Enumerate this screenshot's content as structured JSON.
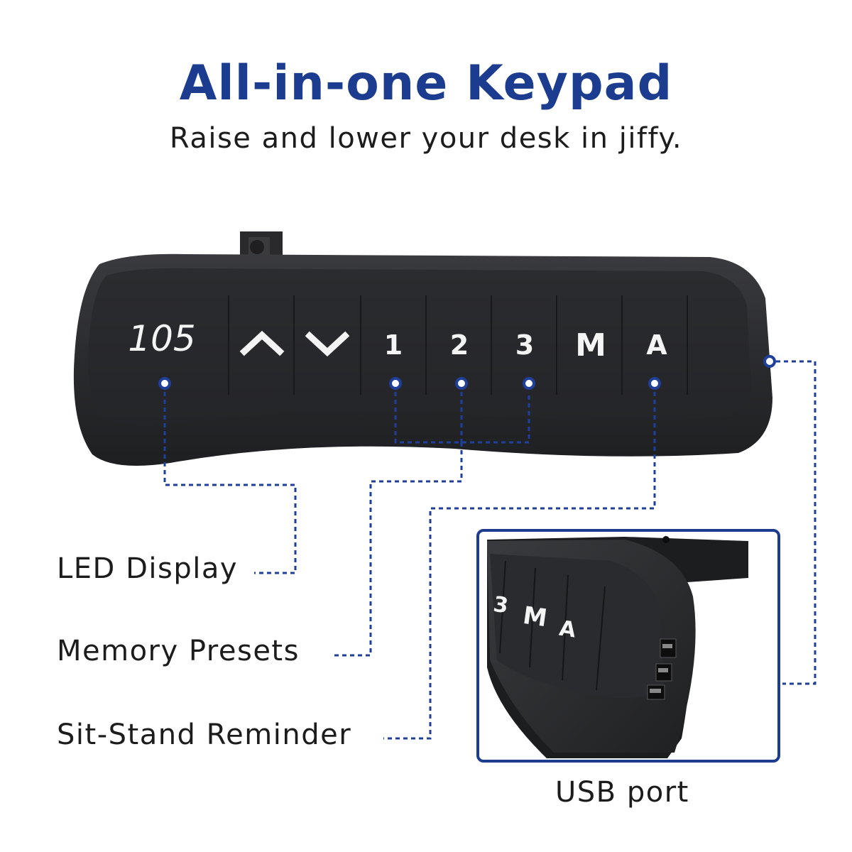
{
  "header": {
    "title": "All-in-one Keypad",
    "subtitle": "Raise and lower your desk in jiffy."
  },
  "keypad": {
    "display_value": "105",
    "keys": {
      "preset_1": "1",
      "preset_2": "2",
      "preset_3": "3",
      "memory": "M",
      "reminder": "A"
    },
    "icons": [
      "arrow-up-icon",
      "arrow-down-icon"
    ]
  },
  "inset": {
    "keys": {
      "preset_3": "3",
      "memory": "M",
      "reminder": "A"
    }
  },
  "callouts": {
    "led_display": "LED Display",
    "memory_presets": "Memory Presets",
    "sit_stand_reminder": "Sit-Stand Reminder",
    "usb_port": "USB port"
  },
  "colors": {
    "title": "#1b3c8f",
    "callout_line": "#1f3f9a",
    "keypad_body": "#2c2d30",
    "text": "#1c1c1c"
  }
}
